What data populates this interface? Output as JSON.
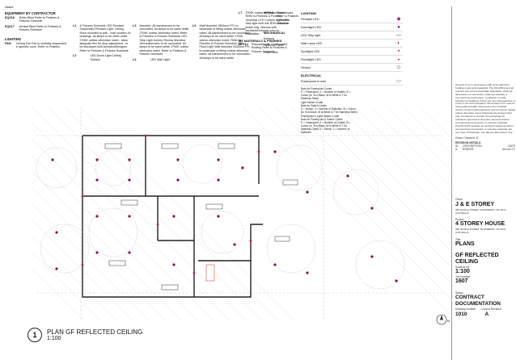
{
  "notes_title": "Notes",
  "equipment": {
    "heading": "EQUIPMENT BY CONTRACTOR",
    "items": [
      {
        "code": "EQ018",
        "desc": "Roller Blind Refer to Finishes & Fixtures Schedule"
      },
      {
        "code": "EQ017",
        "desc": "Vertical Blind Refer to Finishes & Fixtures Schedule"
      }
    ]
  },
  "lighting_left": {
    "heading": "LIGHTING",
    "items": [
      {
        "code": "FAN",
        "desc": "Ceiling Fan Fan to centrally suspended in specific room. Refer to Finishes"
      }
    ]
  },
  "lighting_mid": {
    "items": [
      {
        "code": "L1",
        "desc": "& Fixtures Schedule LED Pendant Suspended Pendant Light. Ceiling Rose mounted to wall - note location on drawings. All lamps to be warm white 2700K unless otherwise noted - allow adequate flex for drop adjustment - to be discussed with Architect/Designer. Refer to Finishes & Fixtures Schedule"
      },
      {
        "code": "L2",
        "desc": "LED Down Light Ceiling Surface"
      },
      {
        "code": "L3",
        "desc": "Mounted. All transformers to be concealed. All lamps to be warm white 2700K unless otherwise noted. Refer to Finishes & Fixtures Schedule LED Strip Light Joinery Recess Mounted. All transformers to be concealed. All lamps to be warm white 2700K unless otherwise noted. Refer to Finishes & Fixtures Schedule"
      },
      {
        "code": "L4",
        "desc": "LED Wall Light"
      }
    ]
  },
  "lighting_right": {
    "items": [
      {
        "code": "L6",
        "desc": "Wall Mounted 1800mm FFL to underside of fitting unless otherwise noted. All transformers to be concealed. All lamps to be warm white 2700K unless otherwise noted. Refer to Finishes & Fixtures Schedule LED Flood Light Wall Mounted 2400mm FFL to underside of fitting unless otherwise noted. All transformers to be concealed. All lamps to be warm white"
      },
      {
        "code": "L7",
        "desc": "2700K unless otherwise noted. Refer to Finishes & Fixtures Schedule LED Custom Light LED Strip light built into RHS. Allow for install only. Discuss with Architect/Designer prior to installation"
      }
    ]
  },
  "finishes": {
    "heading": "MF MATERIALS & FINISHES",
    "items": [
      {
        "code": "MF012",
        "desc": "Polycarbonate / Translucent Roofing Refer to Finishes & Fixtures Schedule"
      },
      {
        "code": "MF018",
        "desc": "Plasterboard Refer to Finishes & Fixtures Schedule"
      }
    ]
  },
  "mechanical": {
    "heading": "MECHANICAL",
    "items": [
      "Exhaust",
      "Hydronic Panel",
      "Hose Cock"
    ]
  },
  "legend": {
    "heading": "LIGHTING",
    "items": [
      {
        "label": "Pendant LED",
        "icon": "pendant-icon"
      },
      {
        "label": "Downlight LED",
        "icon": "downlight-icon"
      },
      {
        "label": "LED Strip light",
        "icon": "strip-icon"
      },
      {
        "label": "Wall Lamp LED",
        "icon": "wall-lamp-icon"
      },
      {
        "label": "Spotlight LED",
        "icon": "spotlight-icon"
      },
      {
        "label": "Floodlight LED",
        "icon": "floodlight-icon"
      },
      {
        "label": "Sensor",
        "icon": "sensor-icon"
      }
    ],
    "electrical_heading": "ELECTRICAL",
    "electrical_items": [
      {
        "label": "Powerpoint in wall"
      }
    ],
    "notes": [
      "Note for Powerpoint Codes",
      "P = Powerpoint, 2 = Number of Outlets, B = Colour (ie. B is Black, W is White & T for Stainless Steel)",
      "Light Switch in wall",
      "Note for Switch Codes",
      "S = Switch, 4 = Number of Switches, B = Colour (ie. B is Black, W is White & T for Stainless Steel)",
      "Powerpoint & Light Switch in wall",
      "Note for Powerpoint & Switch Codes",
      "P = Powerpoint, 2 = Number of Outlets, B = Colour (ie. B is Black, W is White & T for Stainless Steel) S = Switch, 1 = Number of Switches"
    ]
  },
  "title_block": {
    "general_notes": "All work to be in accordance with local authority's building codes and standards. The NCC/BCA and all relevant and current Australian Standards. Verify all dimensions on site before ordering materials or commencing construction. Contractor to notify architect immediately if there are any discrepancies or errors in the documentation. Dimensions from stud for new partitions/walls. Dimensions from finished surface for all existing partitions and for interior details unless otherwise noted. Drawings are design intent only. Contractor to provide shop drawings for architect's approval of all joinery elements before commencing construction or ordering materials. Provide finish samples for architects approval before commencing construction or ordering materials. Do not scale off drawings. Use figured dimensions only.",
    "status_legend": "Green    Checked    JC",
    "revision_heading": "REVISION DETAILS",
    "revision_cols": [
      "ID",
      "DESCRIPTION",
      "DATE"
    ],
    "revision_row": [
      "A",
      "TENDER",
      "dd.mm.YY"
    ],
    "client_label": "Client",
    "client": "J & E STOREY",
    "client_address": "380 GOSCH STREET THORNBURY VIC 3071 AUSTRALIA",
    "project_label": "Project",
    "project": "4 STOREY HOUSE",
    "project_address": "380 GOSCH STREET THORNBURY VIC 3071 AUSTRALIA",
    "title_label": "Title",
    "title_line1": "PLANS",
    "title_line2": "GF REFLECTED CEILING",
    "scale_label": "Scale at A3",
    "scale": "1:100",
    "job_label": "Job Number",
    "job": "1607",
    "status_label": "Status",
    "status": "CONTRACT DOCUMENTATION",
    "drawing_label": "Drawing Number",
    "revision_label": "Current Revision",
    "drawing_number": "1010",
    "revision": "A"
  },
  "plan": {
    "number": "1",
    "title": "PLAN   GF REFLECTED CEILING",
    "scale": "1:100"
  },
  "north_label": "N"
}
